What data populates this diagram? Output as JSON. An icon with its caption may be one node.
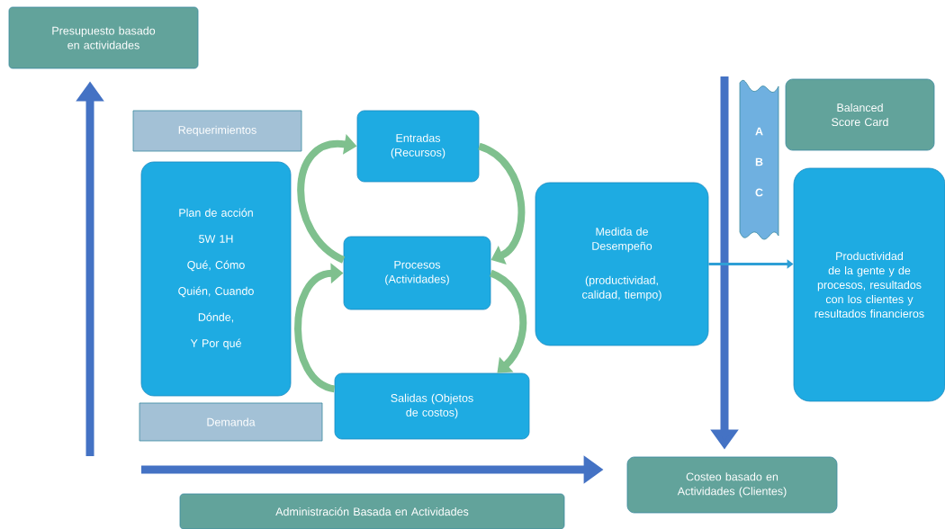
{
  "diagram": {
    "nodes": [
      {
        "text": [
          "Presupuesto basado en actividades"
        ]
      },
      {
        "text": [
          "Requerimientos"
        ]
      },
      {
        "text": [
          "Plan de acción",
          "5W 1H",
          "Qué, Cómo",
          "Quién, Cuando",
          "Dónde,",
          "Y Por qué"
        ]
      },
      {
        "text": [
          "Demanda"
        ]
      },
      {
        "text": [
          "Entradas (Recursos)"
        ]
      },
      {
        "text": [
          "Procesos (Actividades)"
        ]
      },
      {
        "text": [
          "Salidas (Objetos de costos)"
        ]
      },
      {
        "text": [
          "Medida de Desempeño",
          "(productividad, calidad, tiempo)"
        ]
      },
      {
        "text": [
          "Balanced Score Card"
        ]
      },
      {
        "text": [
          "A",
          "B",
          "C"
        ]
      },
      {
        "text": [
          "Productividad de la gente y de procesos, resultados con los clientes y resultados financieros"
        ]
      },
      {
        "text": [
          "Costeo basado en Actividades (Clientes)"
        ]
      },
      {
        "text": [
          "Administración Basada en Actividades"
        ]
      }
    ],
    "edges": [
      {
        "from": null,
        "to": 0,
        "arrow": "to"
      },
      {
        "from": null,
        "to": 11,
        "arrow": "to"
      },
      {
        "from": null,
        "to": 11,
        "arrow": "to"
      },
      {
        "from": 7,
        "to": 10,
        "arrow": "to",
        "color": "#2e9fd6"
      },
      {
        "from": 5,
        "to": 4,
        "arrow": "to",
        "color": "#7fc08e"
      },
      {
        "from": 4,
        "to": 5,
        "arrow": "to",
        "color": "#7fc08e"
      },
      {
        "from": 6,
        "to": 5,
        "arrow": "to",
        "color": "#7fc08e"
      },
      {
        "from": 5,
        "to": 6,
        "arrow": "to",
        "color": "#7fc08e"
      }
    ]
  }
}
